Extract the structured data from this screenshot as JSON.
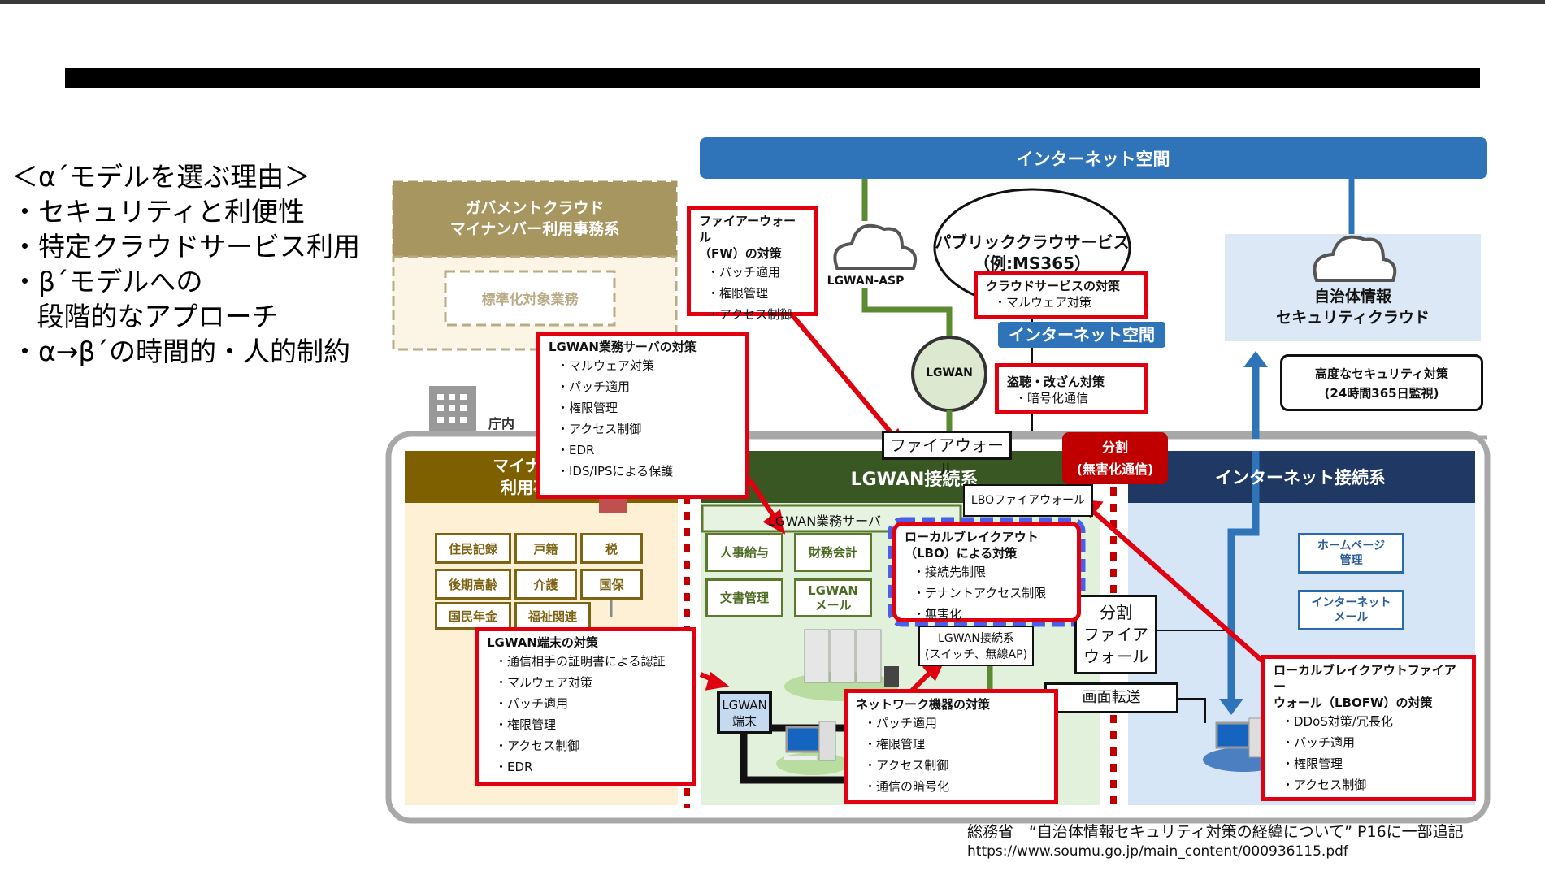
{
  "slide": {
    "reasons_heading": "＜α´モデルを選ぶ理由＞",
    "reasons": [
      "・セキュリティと利便性",
      "・特定クラウドサービス利用",
      "・β´モデルへの",
      "   段階的なアプローチ",
      "・α→β´の時間的・人的制約"
    ]
  },
  "diagram": {
    "internet_space_top": "インターネット空間",
    "gov_cloud": {
      "line1": "ガバメントクラウド",
      "line2": "マイナンバー利用事務系",
      "inner": "標準化対象業務"
    },
    "lgwan_asp": "LGWAN-ASP",
    "public_cloud": {
      "line1": "パブリッククラウサービス",
      "line2": "（例:MS365）"
    },
    "internet_space_mid": "インターネット空間",
    "security_cloud": {
      "line1": "自治体情報",
      "line2": "セキュリティクラウド"
    },
    "advanced_security": {
      "line1": "高度なセキュリティ対策",
      "line2": "(24時間365日監視)"
    },
    "lgwan_circle": "LGWAN",
    "chounai": "庁内",
    "firewall": "ファイアウォール",
    "split_badge": {
      "line1": "分割",
      "line2": "(無害化通信)"
    },
    "zones": {
      "mynumber": {
        "line1": "マイナンバー",
        "line2": "利用事務系"
      },
      "lgwan": "LGWAN接続系",
      "internet": "インターネット接続系"
    },
    "lbo_firewall": "LBOファイアウォール",
    "lgwan_server_bar": "LGWAN業務サーバ",
    "mynumber_services": [
      "住民記録",
      "戸籍",
      "税",
      "後期高齢",
      "介護",
      "国保",
      "国民年金",
      "福祉関連"
    ],
    "lgwan_services": [
      "人事給与",
      "財務会計",
      "文書管理",
      "LGWAN\nメール"
    ],
    "internet_services": [
      "ホームページ\n管理",
      "インターネット\nメール"
    ],
    "split_firewall": {
      "line1": "分割",
      "line2": "ファイア",
      "line3": "ウォール"
    },
    "lgwan_switch": {
      "line1": "LGWAN接続系",
      "line2": "(スイッチ、無線AP)"
    },
    "screen_transfer": "画面転送",
    "lgwan_terminal": {
      "line1": "LGWAN",
      "line2": "端末"
    },
    "measures": {
      "fw": {
        "title": [
          "ファイアーウォール",
          "（FW）の対策"
        ],
        "items": [
          "・パッチ適用",
          "・権限管理",
          "・アクセス制御"
        ]
      },
      "cloud": {
        "title": [
          "クラウドサービスの対策"
        ],
        "items": [
          "・マルウェア対策"
        ]
      },
      "eavesdrop": {
        "title": [
          "盗聴・改ざん対策"
        ],
        "items": [
          "・暗号化通信"
        ]
      },
      "server": {
        "title": [
          "LGWAN業務サーバの対策"
        ],
        "items": [
          "・マルウェア対策",
          "・パッチ適用",
          "・権限管理",
          "・アクセス制御",
          "・EDR",
          "・IDS/IPSによる保護"
        ]
      },
      "lbo": {
        "title": [
          "ローカルブレイクアウト",
          "（LBO）による対策"
        ],
        "items": [
          "・接続先制限",
          "・テナントアクセス制限",
          "・無害化"
        ]
      },
      "terminal": {
        "title": [
          "LGWAN端末の対策"
        ],
        "items": [
          "・通信相手の証明書による認証",
          "・マルウェア対策",
          "・パッチ適用",
          "・権限管理",
          "・アクセス制御",
          "・EDR"
        ]
      },
      "network": {
        "title": [
          "ネットワーク機器の対策"
        ],
        "items": [
          "・パッチ適用",
          "・権限管理",
          "・アクセス制御",
          "・通信の暗号化"
        ]
      },
      "lbofw": {
        "title": [
          "ローカルブレイクアウトファイアー",
          "ウォール（LBOFW）の対策"
        ],
        "items": [
          "・DDoS対策/冗長化",
          "・パッチ適用",
          "・権限管理",
          "・アクセス制御"
        ]
      }
    },
    "colors": {
      "red": "#e1000f",
      "blue": "#2f73b8",
      "navy": "#1f3864",
      "green_dark": "#385723",
      "gold": "#7f6000"
    }
  },
  "source": {
    "citation": "総務省　“自治体情報セキュリティ対策の経緯について” P16に一部追記",
    "url": "https://www.soumu.go.jp/main_content/000936115.pdf"
  }
}
